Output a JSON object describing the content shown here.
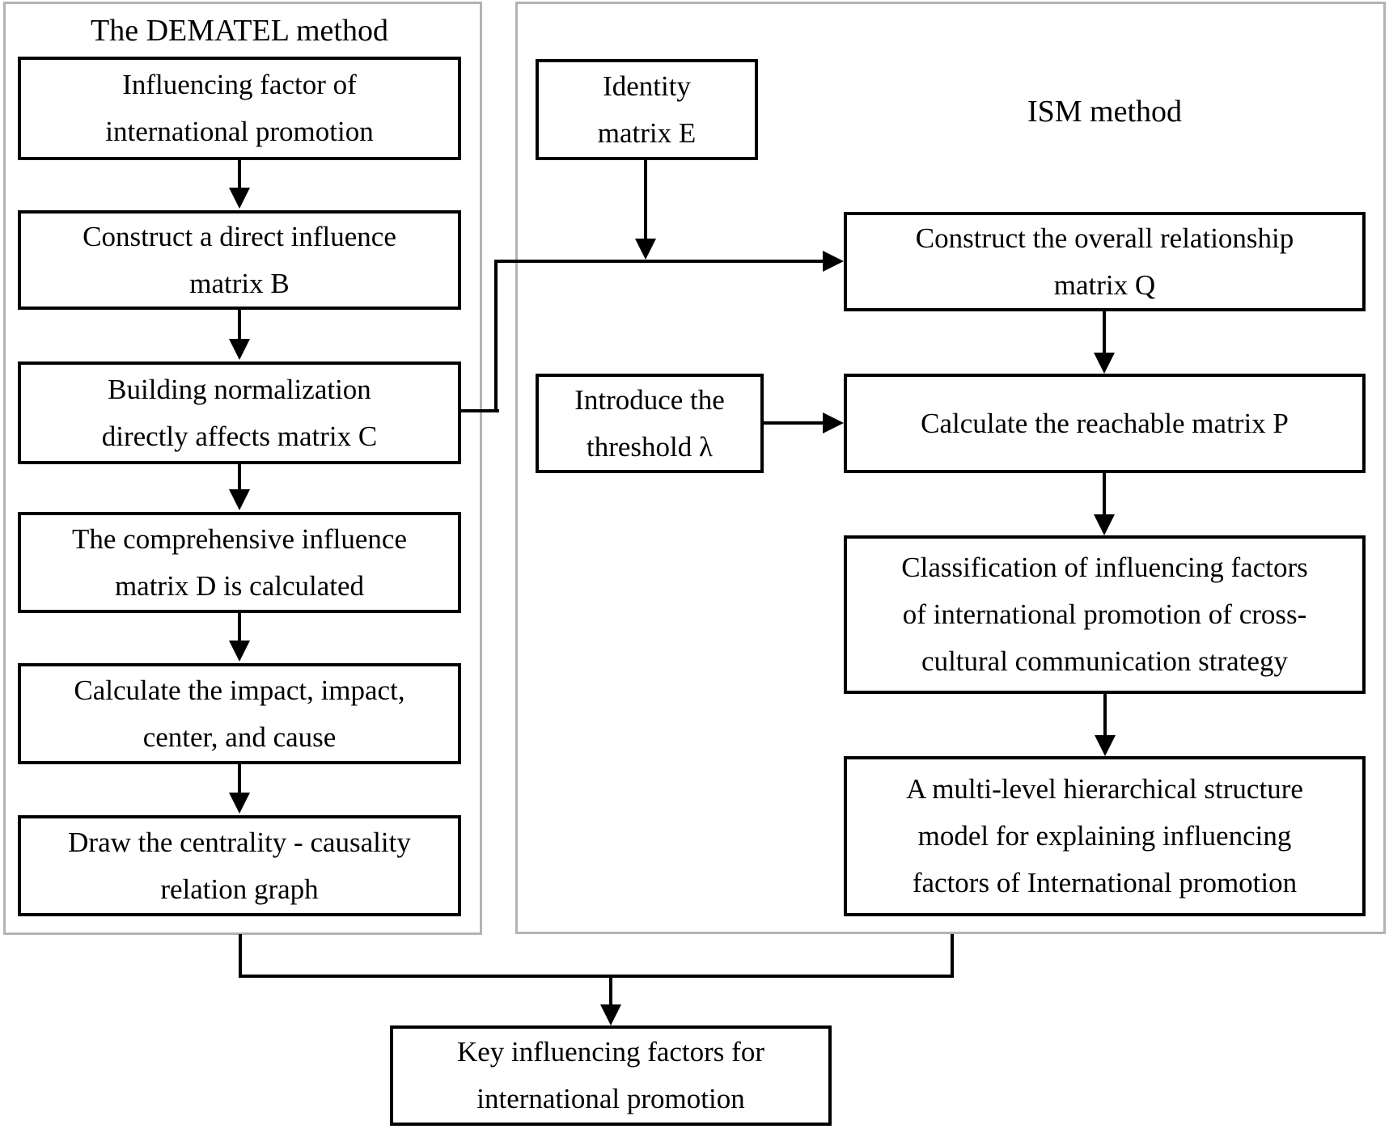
{
  "dematel": {
    "title": "The DEMATEL method",
    "steps": [
      "Influencing factor of\ninternational promotion",
      "Construct a direct influence\nmatrix B",
      "Building normalization\ndirectly affects matrix C",
      "The comprehensive influence\nmatrix D is calculated",
      "Calculate the impact, impact,\ncenter, and cause",
      "Draw the centrality - causality\nrelation graph"
    ]
  },
  "ism": {
    "title": "ISM method",
    "steps": [
      "Construct the overall relationship\nmatrix Q",
      "Calculate the reachable matrix P",
      "Classification of influencing factors\nof international promotion of cross-\ncultural communication strategy",
      "A multi-level hierarchical structure\nmodel for explaining influencing\nfactors of International promotion"
    ]
  },
  "inputs": {
    "identity": "Identity\nmatrix E",
    "threshold": "Introduce the\nthreshold λ"
  },
  "result": "Key influencing factors for\ninternational promotion",
  "colors": {
    "line": "#000000",
    "box_border": "#000000",
    "box_background": "#ffffff",
    "container_border": "#b3b3b3",
    "text": "#000000",
    "background": "#ffffff"
  }
}
